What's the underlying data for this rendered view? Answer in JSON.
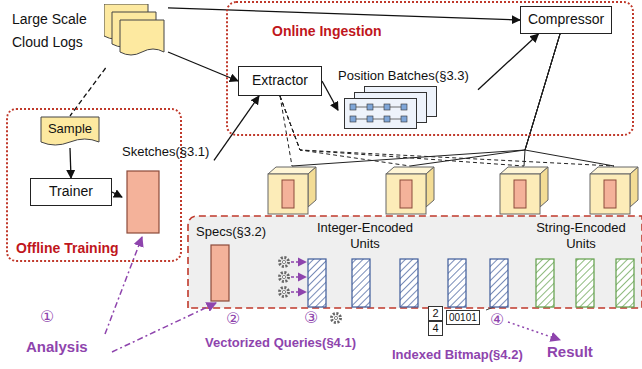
{
  "diagram": {
    "nodes": [
      {
        "text": [
          "Large Scale Cloud Logs"
        ]
      },
      {
        "text": [
          "Online Ingestion"
        ]
      },
      {
        "text": [
          "Extractor"
        ],
        "in": 1
      },
      {
        "text": [
          "Position Batches(§3.3)"
        ],
        "in": 1
      },
      {
        "text": [
          "Compressor"
        ],
        "in": 1
      },
      {
        "text": [
          "Offline Training"
        ]
      },
      {
        "text": [
          "Sample"
        ],
        "in": 5
      },
      {
        "text": [
          "Trainer"
        ],
        "in": 5
      },
      {
        "text": [
          "Sketches(§3.1)"
        ]
      },
      {
        "text": [
          "Specs(§3.2)"
        ]
      },
      {
        "text": [
          "Integer-Encoded Units"
        ]
      },
      {
        "text": [
          "String-Encoded Units"
        ]
      }
    ],
    "edges": [
      {
        "from": 0,
        "to": 4,
        "arrow": "to"
      },
      {
        "from": 0,
        "to": 2,
        "arrow": "to"
      },
      {
        "from": 0,
        "to": 6,
        "arrow": "none"
      },
      {
        "from": 6,
        "to": 7,
        "arrow": "to"
      },
      {
        "from": 7,
        "to": 8,
        "arrow": "to"
      },
      {
        "from": 8,
        "to": 2,
        "arrow": "to"
      },
      {
        "from": 2,
        "to": 3,
        "arrow": "to"
      },
      {
        "from": 3,
        "to": 4,
        "arrow": "to"
      }
    ],
    "labels": [
      "①",
      "Analysis",
      "②",
      "③",
      "Vectorized Queries(§4.1)",
      "2",
      "4",
      "00101",
      "④",
      "Indexed Bitmap(§4.2)",
      "Result"
    ]
  }
}
